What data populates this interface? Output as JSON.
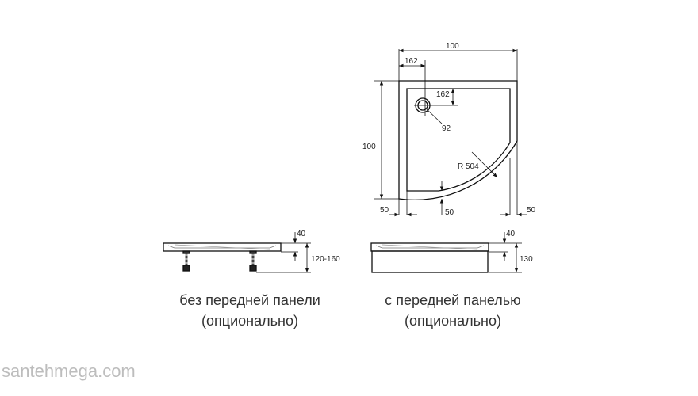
{
  "top_view": {
    "width_label": "100",
    "height_label": "100",
    "drain_offset_x": "162",
    "drain_offset_y": "162",
    "drain_diameter": "92",
    "radius_label": "R 504",
    "rim_left": "50",
    "rim_bottom": "50",
    "rim_right": "50"
  },
  "side_view_legs": {
    "rim_height": "40",
    "total_height": "120-160",
    "caption_line1": "без передней панели",
    "caption_line2": "(опционально)"
  },
  "side_view_panel": {
    "rim_height": "40",
    "total_height": "130",
    "caption_line1": "с передней панелью",
    "caption_line2": "(опционально)"
  },
  "watermark": "santehmega.com"
}
